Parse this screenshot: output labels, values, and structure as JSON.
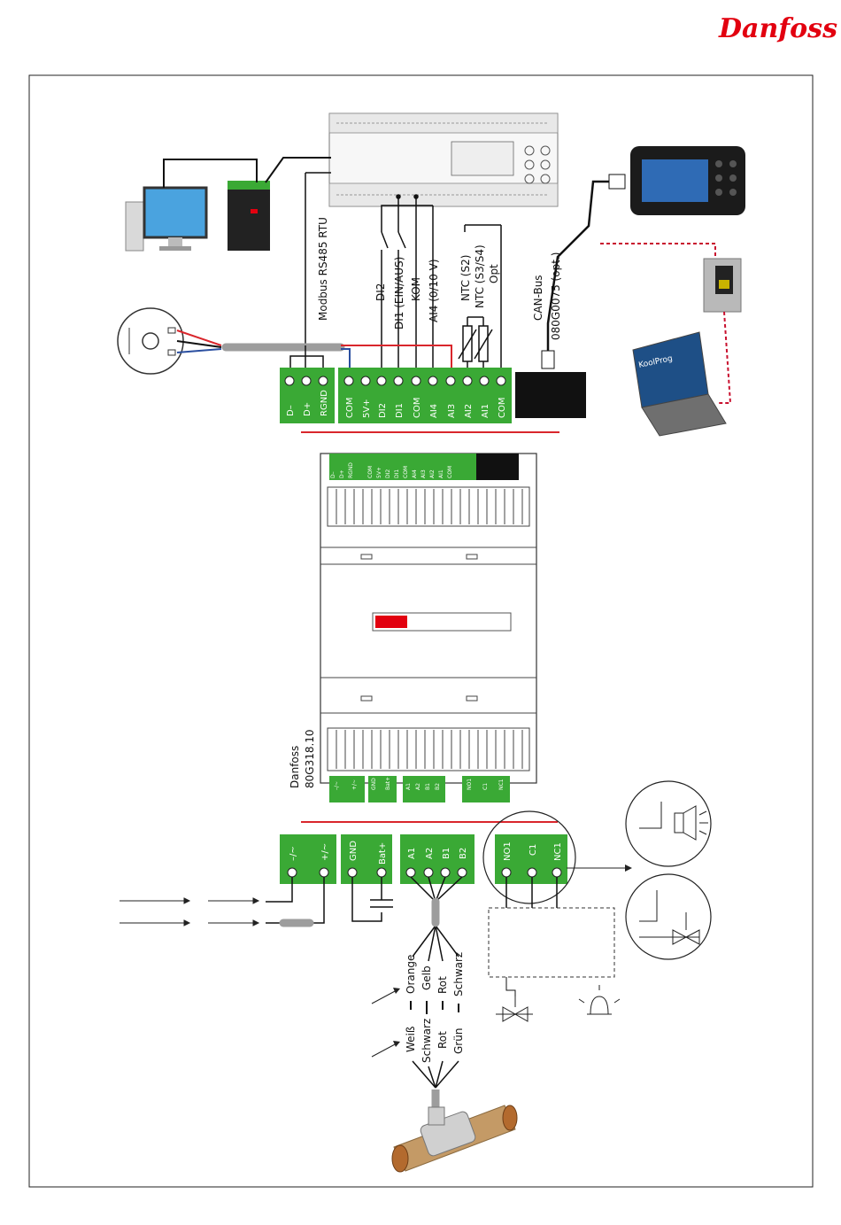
{
  "brand": {
    "logo_text": "Danfoss",
    "color": "#e2000f"
  },
  "colors": {
    "terminal_green": "#3aa935",
    "wire_red": "#d9262c",
    "wire_blue": "#2b4fa0",
    "cable_grey": "#9d9d9d",
    "dashed_red": "#c8102e"
  },
  "labels": {
    "modbus": "Modbus RS485 RTU",
    "di2": "DI2",
    "di1": "DI1 (EIN/AUS)",
    "kom": "KOM",
    "ai4": "AI4 (0/10 V)",
    "ntc_s2": "NTC (S2)",
    "ntc_s3s4": "NTC (S3/S4)",
    "opt": "Opt",
    "canbus": "CAN-Bus",
    "display_code": "080G0075 (opt.)",
    "device_brand": "Danfoss",
    "device_code": "80G318.10"
  },
  "top_terminals_left": [
    "D–",
    "D+",
    "RGND"
  ],
  "top_terminals_right": [
    "COM",
    "5V+",
    "DI2",
    "DI1",
    "COM",
    "AI4",
    "AI3",
    "AI2",
    "AI1",
    "COM"
  ],
  "bottom_terminals_power": [
    "–/~",
    "+/~"
  ],
  "bottom_terminals_battery": [
    "GND",
    "Bat+"
  ],
  "bottom_terminals_motor": [
    "A1",
    "A2",
    "B1",
    "B2"
  ],
  "bottom_terminals_relay": [
    "NO1",
    "C1",
    "NC1"
  ],
  "wire_colors_group1": [
    "Orange",
    "Gelb",
    "Rot",
    "Schwarz"
  ],
  "wire_colors_group2": [
    "Weiß",
    "Schwarz",
    "Rot",
    "Grün"
  ],
  "laptop_screen": {
    "title": "KoolProg"
  },
  "icons": [
    "danfoss-logo",
    "computer-icon",
    "gateway-module-icon",
    "controller-icon",
    "display-icon",
    "display-module-icon",
    "laptop-icon",
    "pressure-sensor-icon",
    "expansion-valve-icon",
    "alarm-bell-icon",
    "solenoid-valve-icon",
    "relay-load-icon"
  ]
}
